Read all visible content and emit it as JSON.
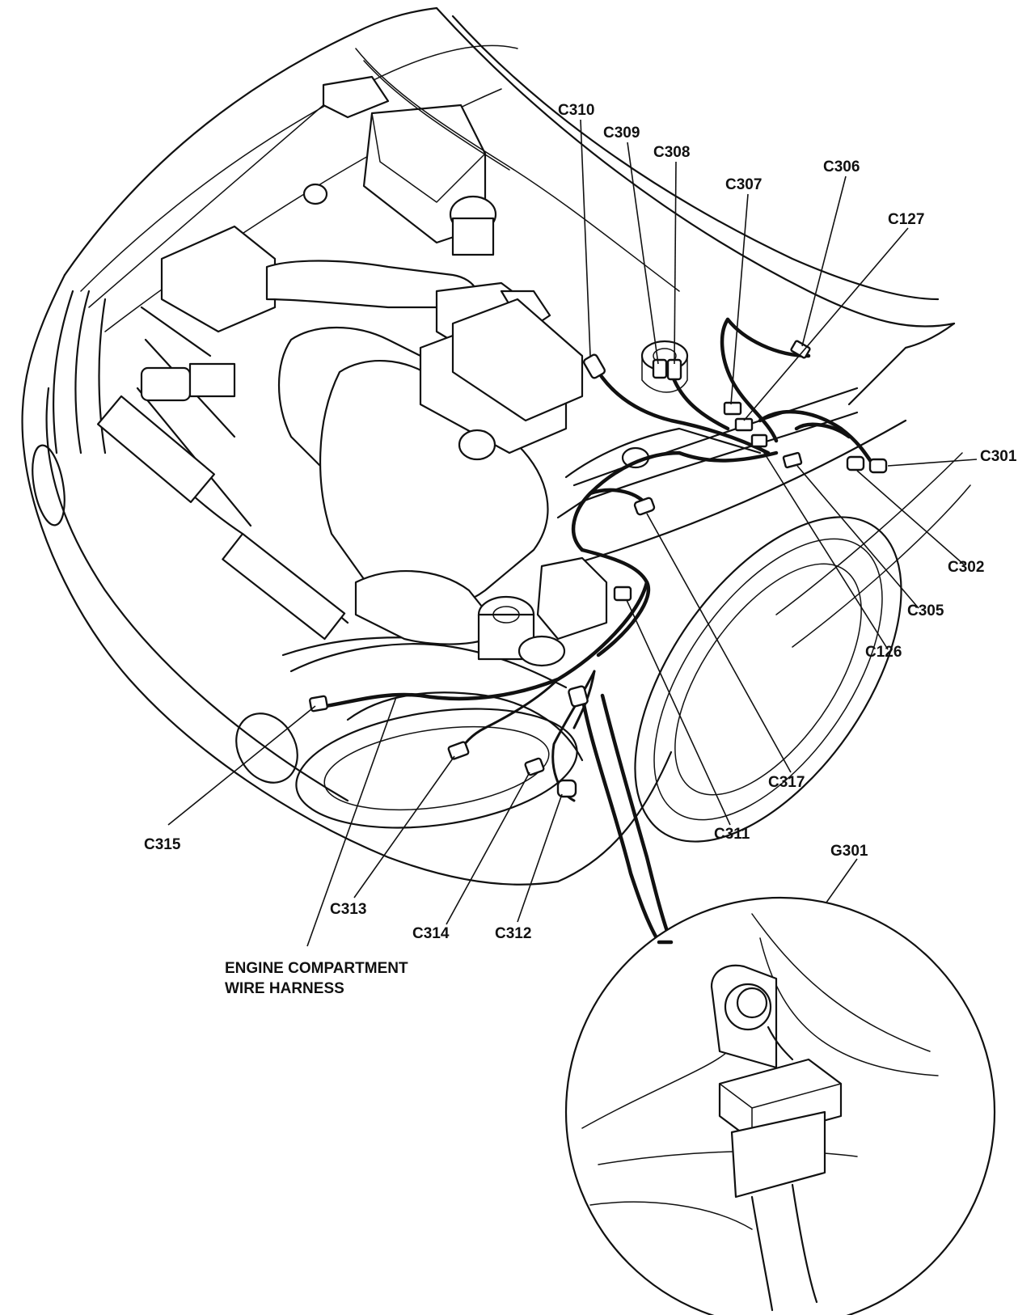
{
  "connectors": [
    {
      "id": "c310",
      "label": "C310"
    },
    {
      "id": "c309",
      "label": "C309"
    },
    {
      "id": "c308",
      "label": "C308"
    },
    {
      "id": "c307",
      "label": "C307"
    },
    {
      "id": "c306",
      "label": "C306"
    },
    {
      "id": "c127",
      "label": "C127"
    },
    {
      "id": "c301",
      "label": "C301"
    },
    {
      "id": "c302",
      "label": "C302"
    },
    {
      "id": "c305",
      "label": "C305"
    },
    {
      "id": "c126",
      "label": "C126"
    },
    {
      "id": "c317",
      "label": "C317"
    },
    {
      "id": "c311",
      "label": "C311"
    },
    {
      "id": "c315",
      "label": "C315"
    },
    {
      "id": "c313",
      "label": "C313"
    },
    {
      "id": "c314",
      "label": "C314"
    },
    {
      "id": "c312",
      "label": "C312"
    }
  ],
  "ground": {
    "label": "G301"
  },
  "harness": {
    "line1": "ENGINE COMPARTMENT",
    "line2": "WIRE HARNESS"
  }
}
